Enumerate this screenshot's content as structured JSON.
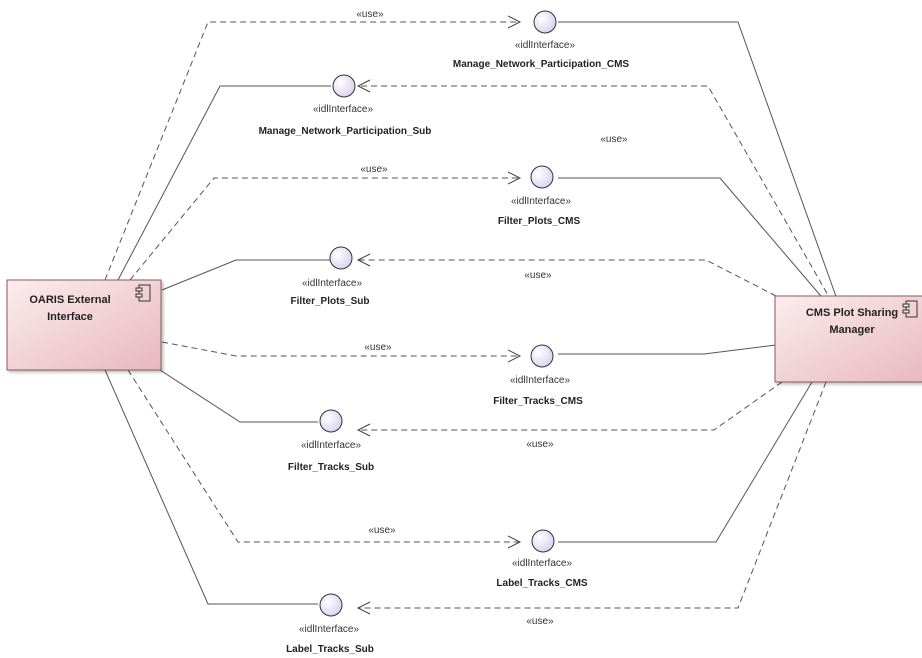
{
  "components": [
    {
      "id": "oaris",
      "name_lines": [
        "OARIS External",
        "Interface"
      ]
    },
    {
      "id": "cms",
      "name_lines": [
        "CMS Plot Sharing",
        "Manager"
      ]
    }
  ],
  "interfaces": [
    {
      "id": "mnp_cms",
      "stereotype": "«idlInterface»",
      "name": "Manage_Network_Participation_CMS"
    },
    {
      "id": "mnp_sub",
      "stereotype": "«idlInterface»",
      "name": "Manage_Network_Participation_Sub"
    },
    {
      "id": "fp_cms",
      "stereotype": "«idlInterface»",
      "name": "Filter_Plots_CMS"
    },
    {
      "id": "fp_sub",
      "stereotype": "«idlInterface»",
      "name": "Filter_Plots_Sub"
    },
    {
      "id": "ft_cms",
      "stereotype": "«idlInterface»",
      "name": "Filter_Tracks_CMS"
    },
    {
      "id": "ft_sub",
      "stereotype": "«idlInterface»",
      "name": "Filter_Tracks_Sub"
    },
    {
      "id": "lt_cms",
      "stereotype": "«idlInterface»",
      "name": "Label_Tracks_CMS"
    },
    {
      "id": "lt_sub",
      "stereotype": "«idlInterface»",
      "name": "Label_Tracks_Sub"
    }
  ],
  "use_label": "«use»",
  "colors": {
    "component_fill_start": "#fbe8ea",
    "component_fill_end": "#e9bcc2",
    "interface_fill": "#e8e4f6",
    "line": "#555555"
  }
}
